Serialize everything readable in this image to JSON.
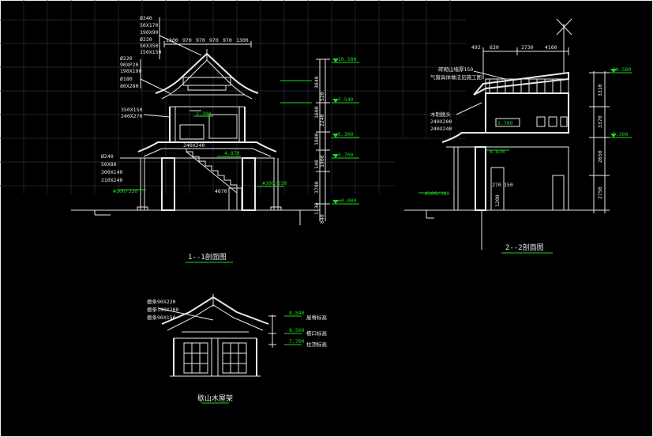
{
  "drawing": {
    "views": [
      {
        "id": "section-1-1",
        "title": "1--1剖面图"
      },
      {
        "id": "section-2-2",
        "title": "2--2剖面图"
      },
      {
        "id": "gable-roof",
        "title": "歇山木屋架"
      }
    ],
    "section_1_1": {
      "top_dims": [
        "1300",
        "970",
        "970",
        "970",
        "970",
        "1300"
      ],
      "member_labels": [
        "Ø240",
        "50X170",
        "190X90",
        "Ø220",
        "50X350",
        "150X150",
        "Ø220",
        "90XP20",
        "190X190",
        "Ø180",
        "80X280",
        "350X150",
        "240X270",
        "Ø240",
        "50X80",
        "300X140",
        "210X240"
      ],
      "inner_labels": [
        "240X240",
        "4670",
        "#300/330",
        "#300/330",
        "1.390"
      ],
      "elevations": [
        "10.580",
        "7.540",
        "5.300",
        "3.700",
        "±0.000"
      ],
      "right_dims": [
        "3040",
        "1600",
        "1800",
        "1900",
        "2240",
        "3700",
        "1130",
        "840",
        "520",
        "140"
      ],
      "mid_elev": "4.870"
    },
    "section_2_2": {
      "top_dims": [
        "492",
        "630",
        "2730",
        "4160"
      ],
      "notes": [
        "砖砌山墙厚150",
        "气窗具体做法见施工图",
        "木制挑头",
        "240X200",
        "240X240"
      ],
      "elevations": [
        "10.580",
        "5.300"
      ],
      "right_dims": [
        "3310",
        "3370",
        "2650",
        "2750"
      ],
      "mid_elevs": [
        "3.700",
        "4.830"
      ],
      "small_dims": [
        "270",
        "150",
        "1200"
      ],
      "base_label": "#300/300"
    },
    "gable_roof": {
      "member_labels": [
        "檩条90X220",
        "檩条190X200",
        "檩条90X150"
      ],
      "elevations": [
        "8.840",
        "8.500",
        "7.700"
      ],
      "elev_notes": [
        "屋脊标高",
        "檐口标高",
        "柱顶标高"
      ]
    }
  }
}
